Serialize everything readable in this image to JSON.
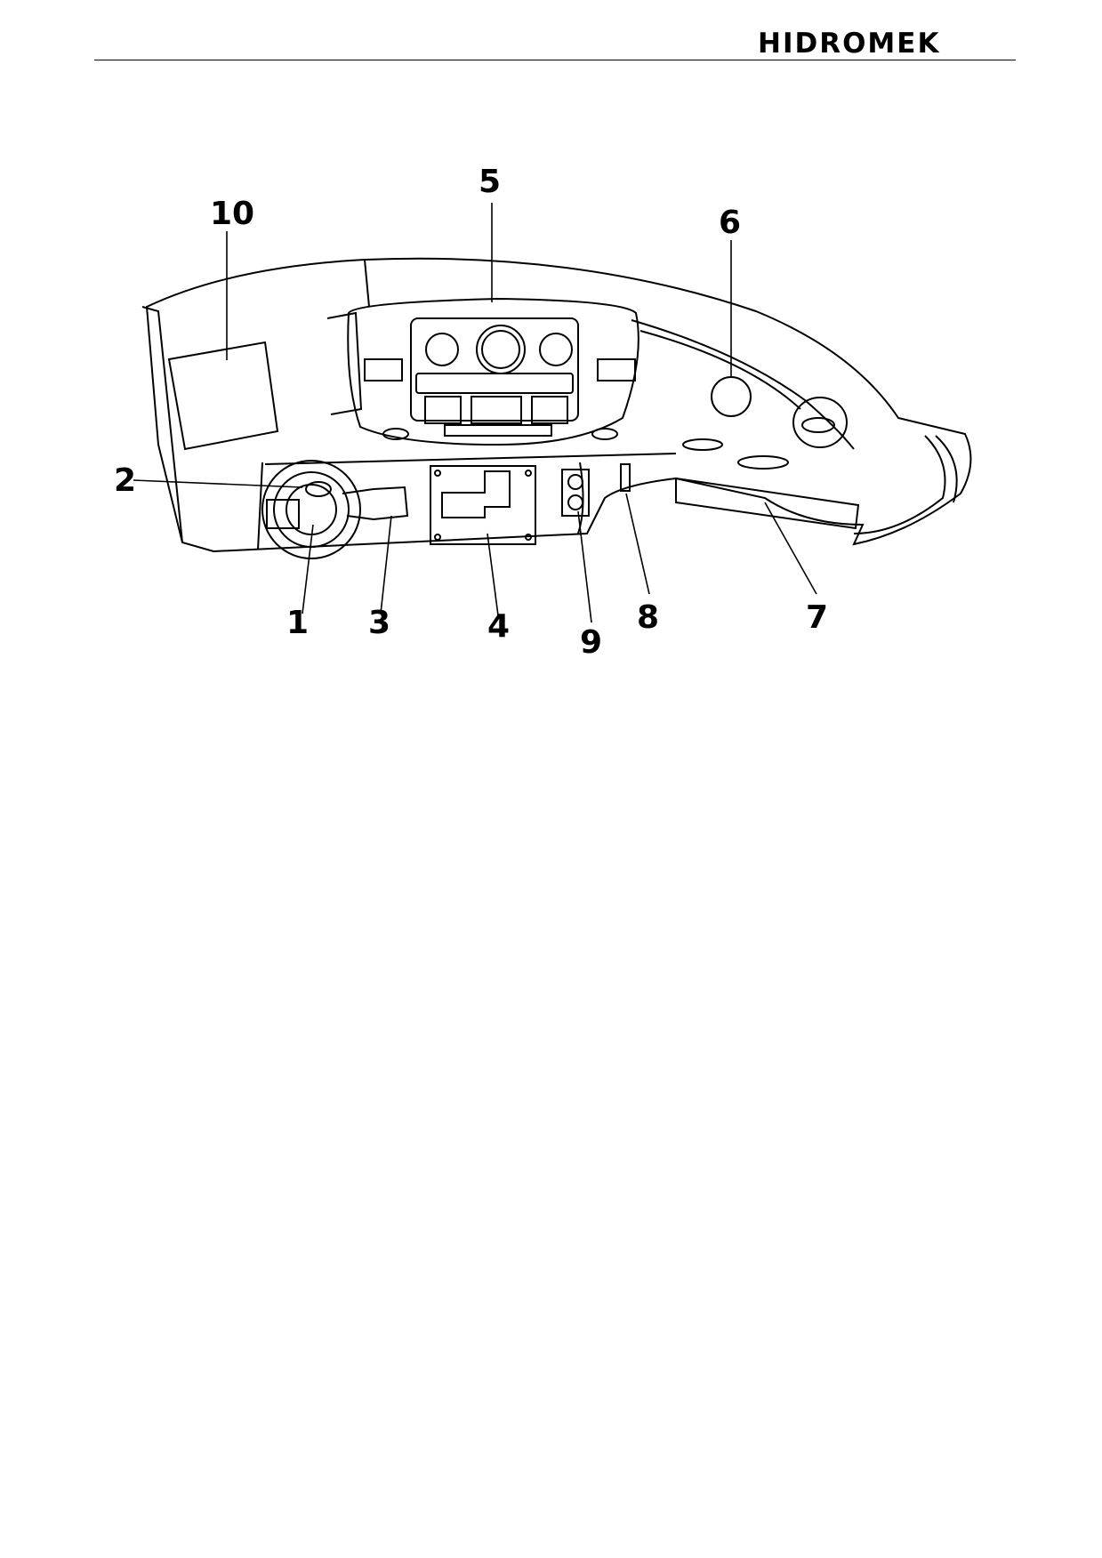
{
  "header": {
    "brand": "HIDROMEK"
  },
  "figure": {
    "callouts": [
      {
        "id": "c1",
        "label": "1"
      },
      {
        "id": "c2",
        "label": "2"
      },
      {
        "id": "c3",
        "label": "3"
      },
      {
        "id": "c4",
        "label": "4"
      },
      {
        "id": "c5",
        "label": "5"
      },
      {
        "id": "c6",
        "label": "6"
      },
      {
        "id": "c7",
        "label": "7"
      },
      {
        "id": "c8",
        "label": "8"
      },
      {
        "id": "c9",
        "label": "9"
      },
      {
        "id": "c10",
        "label": "10"
      }
    ]
  }
}
